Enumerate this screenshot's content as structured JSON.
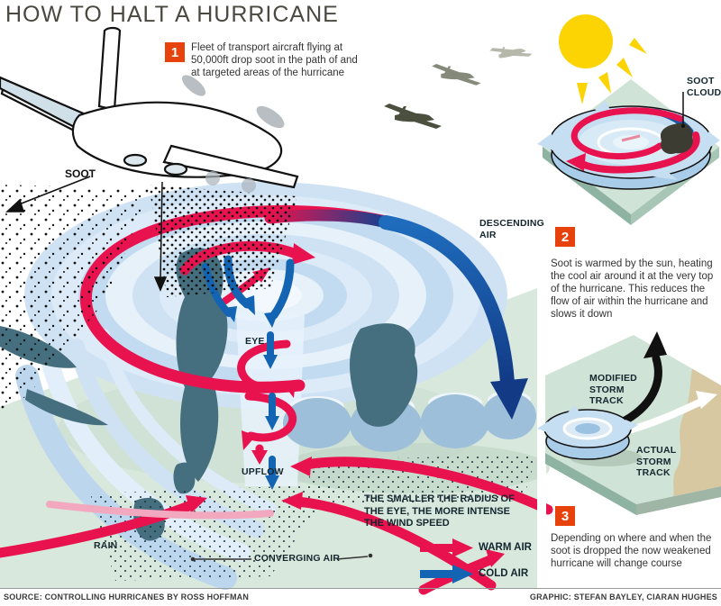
{
  "title": "HOW TO HALT A HURRICANE",
  "steps": [
    {
      "num": "1",
      "text": "Fleet of transport aircraft flying at 50,000ft drop soot in the path of and at targeted areas of the hurricane"
    },
    {
      "num": "2",
      "text": "Soot is warmed by the sun, heating the cool air around it at the very top of the hurricane. This reduces the flow of air within the hurricane and slows it down"
    },
    {
      "num": "3",
      "text": "Depending on where and when the soot is dropped the now weakened hurricane will change course"
    }
  ],
  "main_diagram": {
    "soot_label": "SOOT",
    "descending_air": "DESCENDING AIR",
    "eye": "EYE",
    "upflow": "UPFLOW",
    "rain": "RAIN",
    "converging_air": "CONVERGING AIR",
    "note": "THE SMALLER THE RADIUS OF THE EYE, THE MORE INTENSE THE WIND SPEED"
  },
  "top_panel": {
    "soot_cloud": "SOOT CLOUD"
  },
  "track_panel": {
    "modified": "MODIFIED STORM TRACK",
    "actual": "ACTUAL STORM TRACK"
  },
  "legend": {
    "warm": {
      "label": "WARM AIR",
      "color": "#e8134e"
    },
    "cold": {
      "label": "COLD AIR",
      "color": "#1464b4"
    }
  },
  "footer": {
    "source": "SOURCE: CONTROLLING HURRICANES BY ROSS HOFFMAN",
    "credit": "GRAPHIC: STEFAN BAYLEY, CIARAN HUGHES"
  },
  "colors": {
    "step_badge": "#e8420c",
    "warm_air": "#e8134e",
    "cold_air": "#1464b4",
    "descending_arrow": "#1558a8",
    "ground_green": "#d9e8dd",
    "panel_green": "#cfe3d6",
    "coast_tan": "#d8c8a2",
    "cloud_teal": "#456f7e",
    "sun_yellow": "#fcd303"
  }
}
